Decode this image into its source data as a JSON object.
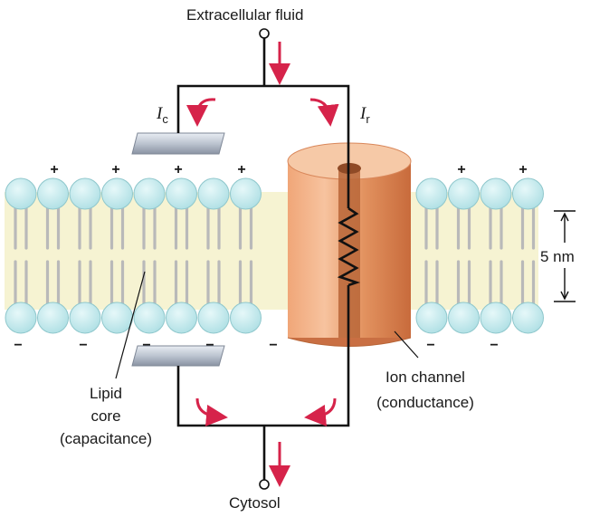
{
  "labels": {
    "top": "Extracellular fluid",
    "bottom": "Cytosol",
    "current_c_symbol": "I",
    "current_c_sub": "c",
    "current_r_symbol": "I",
    "current_r_sub": "r",
    "thickness": "5 nm",
    "lipid_line1": "Lipid",
    "lipid_line2": "core",
    "lipid_line3": "(capacitance)",
    "ion_line1": "Ion channel",
    "ion_line2": "(conductance)"
  },
  "charges": {
    "top_sign": "+",
    "bottom_sign": "−"
  },
  "colors": {
    "head_fill": "#c6ecef",
    "head_stroke": "#8fc7cc",
    "tail": "#b9b9b9",
    "core_band": "#f6f3d2",
    "channel_light": "#f4b88f",
    "channel_mid": "#e79a6b",
    "channel_dark": "#c96f43",
    "arrow": "#d6234a",
    "wire": "#111111",
    "plate": "#b9c2cf"
  }
}
